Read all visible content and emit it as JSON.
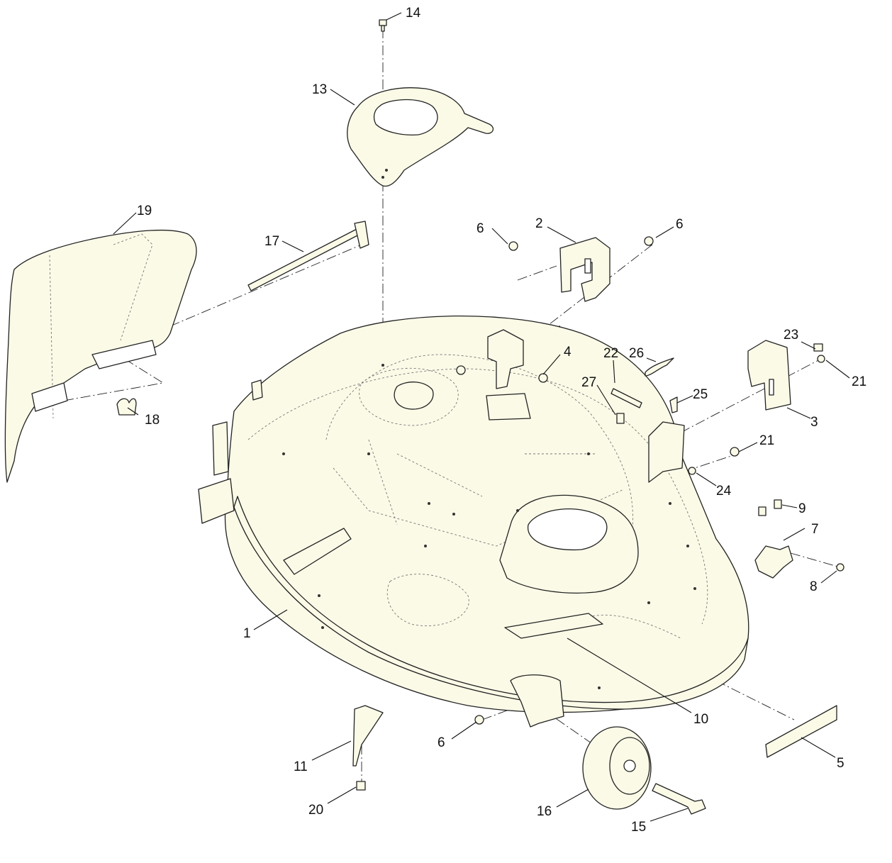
{
  "diagram": {
    "callouts": [
      {
        "id": "c1",
        "text": "1"
      },
      {
        "id": "c2",
        "text": "2"
      },
      {
        "id": "c3",
        "text": "3"
      },
      {
        "id": "c4",
        "text": "4"
      },
      {
        "id": "c5",
        "text": "5"
      },
      {
        "id": "c6a",
        "text": "6"
      },
      {
        "id": "c6b",
        "text": "6"
      },
      {
        "id": "c6c",
        "text": "6"
      },
      {
        "id": "c7",
        "text": "7"
      },
      {
        "id": "c8",
        "text": "8"
      },
      {
        "id": "c9",
        "text": "9"
      },
      {
        "id": "c10",
        "text": "10"
      },
      {
        "id": "c11",
        "text": "11"
      },
      {
        "id": "c13",
        "text": "13"
      },
      {
        "id": "c14",
        "text": "14"
      },
      {
        "id": "c15",
        "text": "15"
      },
      {
        "id": "c16",
        "text": "16"
      },
      {
        "id": "c17",
        "text": "17"
      },
      {
        "id": "c18",
        "text": "18"
      },
      {
        "id": "c19",
        "text": "19"
      },
      {
        "id": "c20",
        "text": "20"
      },
      {
        "id": "c21a",
        "text": "21"
      },
      {
        "id": "c21b",
        "text": "21"
      },
      {
        "id": "c22",
        "text": "22"
      },
      {
        "id": "c23",
        "text": "23"
      },
      {
        "id": "c24",
        "text": "24"
      },
      {
        "id": "c25",
        "text": "25"
      },
      {
        "id": "c26",
        "text": "26"
      },
      {
        "id": "c27",
        "text": "27"
      }
    ],
    "colors": {
      "part_fill": "#fbfae7",
      "line": "#222222",
      "background": "#ffffff"
    }
  }
}
